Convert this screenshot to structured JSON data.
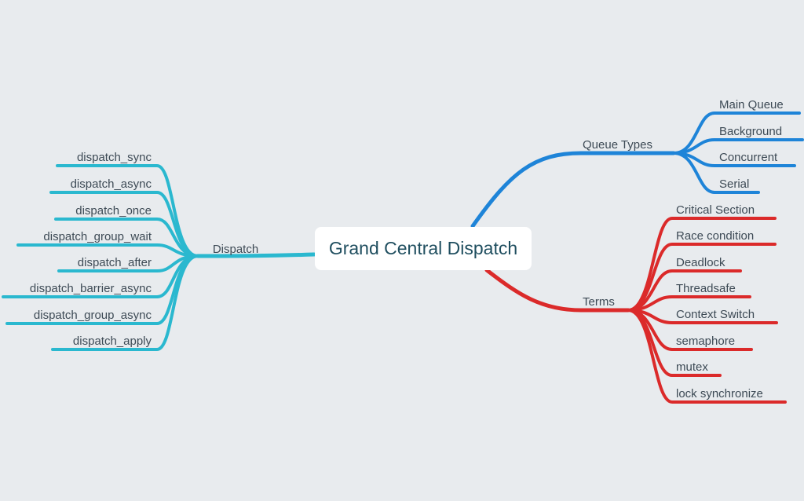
{
  "root": {
    "title": "Grand Central Dispatch"
  },
  "branches": {
    "dispatch": {
      "label": "Dispatch",
      "color": "#2ab8cf",
      "children": [
        "dispatch_sync",
        "dispatch_async",
        "dispatch_once",
        "dispatch_group_wait",
        "dispatch_after",
        "dispatch_barrier_async",
        "dispatch_group_async",
        "dispatch_apply"
      ]
    },
    "queue_types": {
      "label": "Queue Types",
      "color": "#1e84d8",
      "children": [
        "Main Queue",
        "Background",
        "Concurrent",
        "Serial"
      ]
    },
    "terms": {
      "label": "Terms",
      "color": "#db2a2a",
      "children": [
        "Critical Section",
        "Race condition",
        "Deadlock",
        "Threadsafe",
        "Context Switch",
        "semaphore",
        "mutex",
        "lock synchronize"
      ]
    }
  },
  "colors": {
    "background": "#e8ebee",
    "text": "#3d4a55",
    "root_text": "#1f4e5f"
  }
}
